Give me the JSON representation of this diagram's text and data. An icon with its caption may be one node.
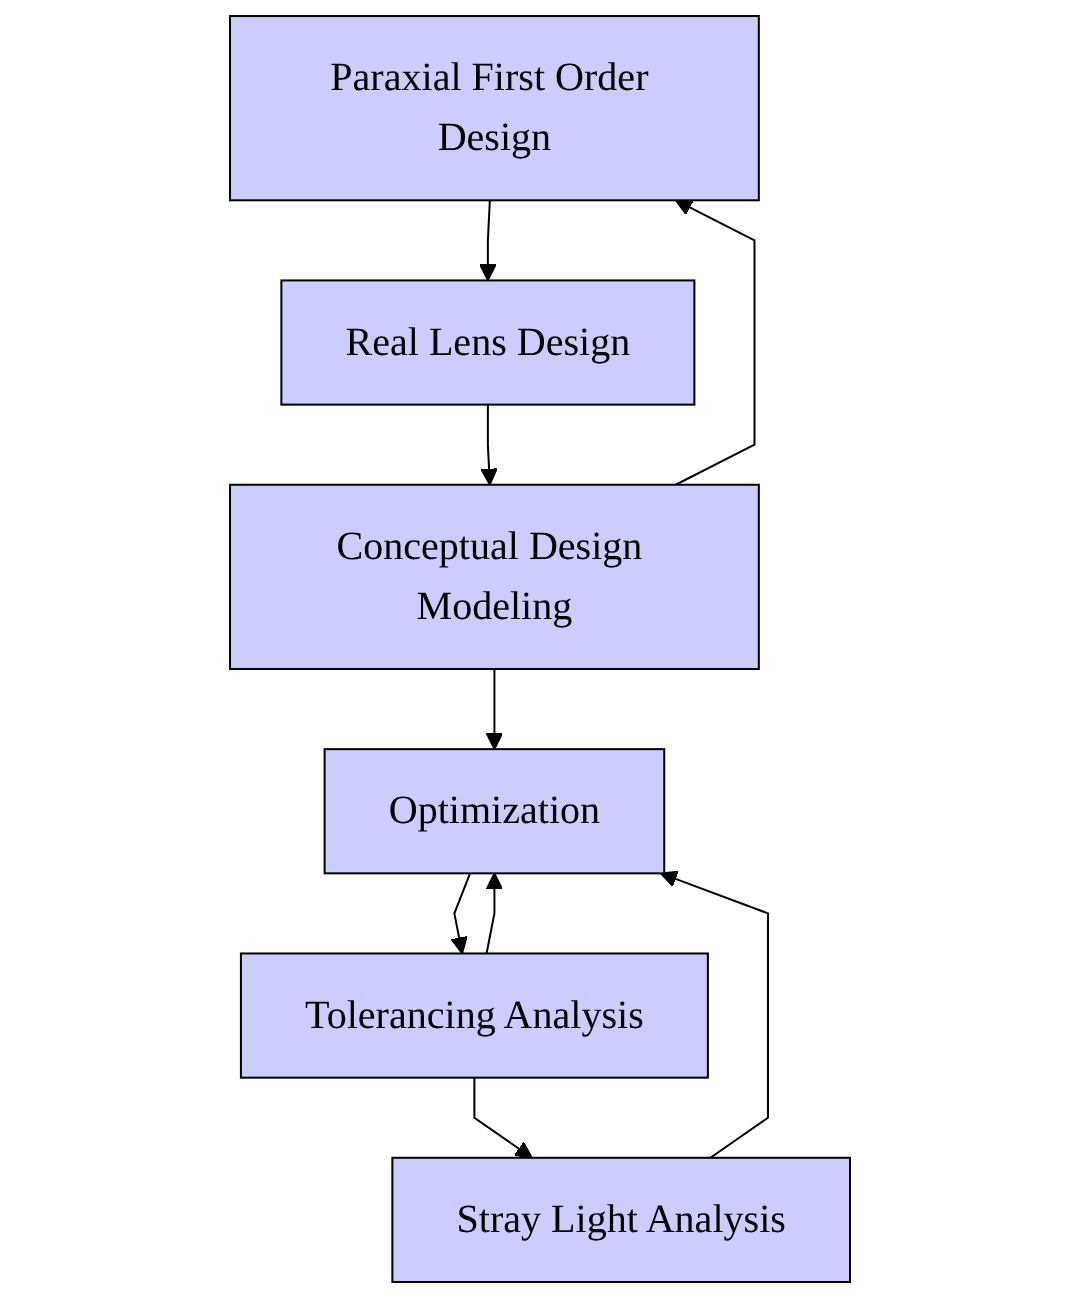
{
  "diagram": {
    "nodes": [
      {
        "text": [
          "Paraxial First Order Design"
        ]
      },
      {
        "text": [
          "Real Lens Design"
        ]
      },
      {
        "text": [
          "Conceptual Design Modeling"
        ]
      },
      {
        "text": [
          "Optimization"
        ]
      },
      {
        "text": [
          "Tolerancing Analysis"
        ]
      },
      {
        "text": [
          "Stray Light Analysis"
        ]
      }
    ],
    "edges": [
      {
        "from": 0,
        "to": 1,
        "arrow": "to"
      },
      {
        "from": 1,
        "to": 2,
        "arrow": "to"
      },
      {
        "from": 2,
        "to": 0,
        "arrow": "to"
      },
      {
        "from": 2,
        "to": 3,
        "arrow": "to"
      },
      {
        "from": 3,
        "to": 4,
        "arrow": "to"
      },
      {
        "from": 4,
        "to": 5,
        "arrow": "to"
      },
      {
        "from": 5,
        "to": 3,
        "arrow": "to"
      },
      {
        "from": 4,
        "to": 3,
        "arrow": "to"
      }
    ]
  }
}
